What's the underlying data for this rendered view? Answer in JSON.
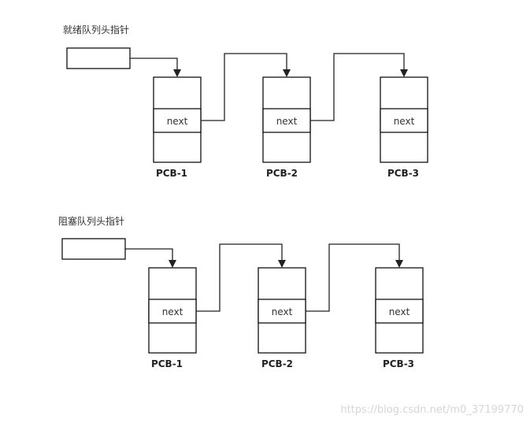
{
  "queues": [
    {
      "title": "就绪队列头指针",
      "color": "#FFB366",
      "nodes": [
        {
          "field": "next",
          "label": "PCB-1"
        },
        {
          "field": "next",
          "label": "PCB-2"
        },
        {
          "field": "next",
          "label": "PCB-3"
        }
      ]
    },
    {
      "title": "阻塞队列头指针",
      "color": "#FF9999",
      "nodes": [
        {
          "field": "next",
          "label": "PCB-1"
        },
        {
          "field": "next",
          "label": "PCB-2"
        },
        {
          "field": "next",
          "label": "PCB-3"
        }
      ]
    }
  ],
  "watermark": "https://blog.csdn.net/m0_37199770"
}
